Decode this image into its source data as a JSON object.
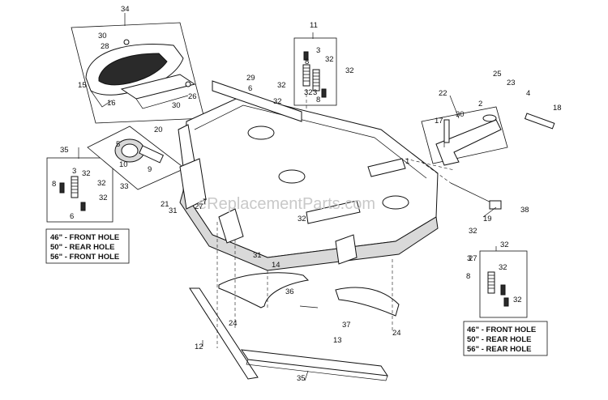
{
  "watermark": "eReplacementParts.com",
  "callouts": [
    "34",
    "30",
    "28",
    "15",
    "16",
    "30",
    "26",
    "11",
    "3",
    "32",
    "8",
    "32",
    "32",
    "3",
    "8",
    "29",
    "6",
    "32",
    "32",
    "20",
    "5",
    "10",
    "9",
    "33",
    "35",
    "3",
    "8",
    "32",
    "32",
    "32",
    "6",
    "21",
    "31",
    "27",
    "7",
    "22",
    "25",
    "23",
    "2",
    "4",
    "18",
    "17",
    "30",
    "1",
    "19",
    "38",
    "32",
    "32",
    "27",
    "31",
    "14",
    "36",
    "37",
    "24",
    "24",
    "13",
    "12",
    "35",
    "32",
    "3",
    "32",
    "8",
    "32"
  ],
  "hole_notes_left": [
    "46\" - FRONT HOLE",
    "50\" - REAR HOLE",
    "56\" - FRONT HOLE"
  ],
  "hole_notes_right": [
    "46\" - FRONT HOLE",
    "50\" - REAR HOLE",
    "56\" - REAR HOLE"
  ]
}
